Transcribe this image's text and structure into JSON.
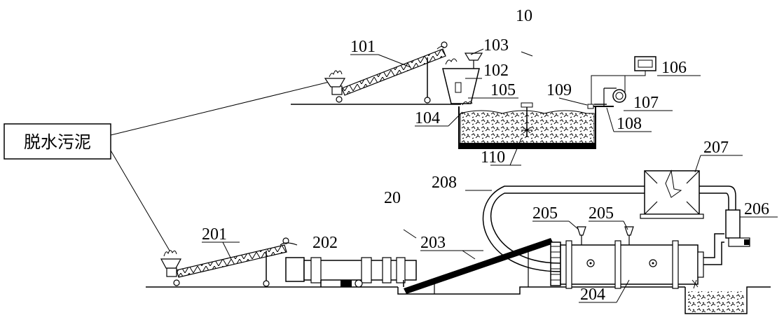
{
  "source_label": "脱水污泥",
  "labels": {
    "l10": "10",
    "l20": "20",
    "l101": "101",
    "l102": "102",
    "l103": "103",
    "l104": "104",
    "l105": "105",
    "l106": "106",
    "l107": "107",
    "l108": "108",
    "l109": "109",
    "l110": "110",
    "l201": "201",
    "l202": "202",
    "l203": "203",
    "l204": "204",
    "l205a": "205",
    "l205b": "205",
    "l206": "206",
    "l207": "207",
    "l208": "208"
  }
}
